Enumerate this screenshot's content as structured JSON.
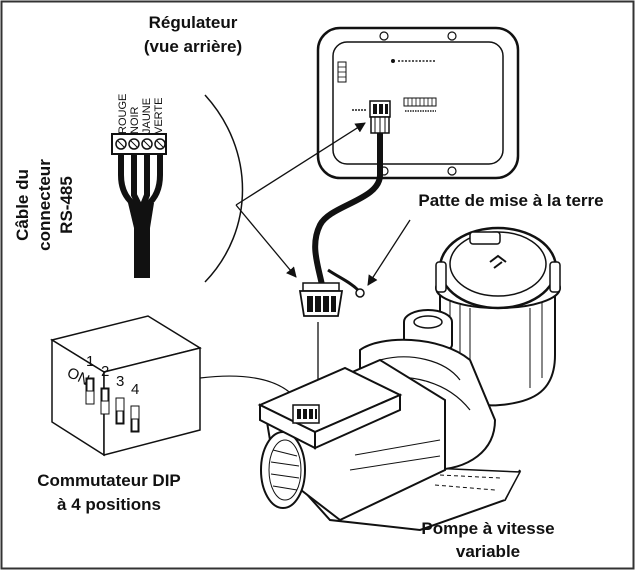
{
  "labels": {
    "controller_line1": "Régulateur",
    "controller_line2": "(vue arrière)",
    "cable_line1": "Câble du",
    "cable_line2": "connecteur",
    "cable_line3": "RS-485",
    "ground_tab": "Patte de mise à la terre",
    "dip_line1": "Commutateur DIP",
    "dip_line2": "à 4 positions",
    "pump_line1": "Pompe à vitesse",
    "pump_line2": "variable"
  },
  "wire_colors": [
    "ROUGE",
    "NOIR",
    "JAUNE",
    "VERTE"
  ],
  "dip_switch": {
    "on_label": "ON",
    "numbers": [
      "1",
      "2",
      "3",
      "4"
    ]
  },
  "colors": {
    "frame": "#333333",
    "line": "#111111",
    "background": "#ffffff"
  }
}
